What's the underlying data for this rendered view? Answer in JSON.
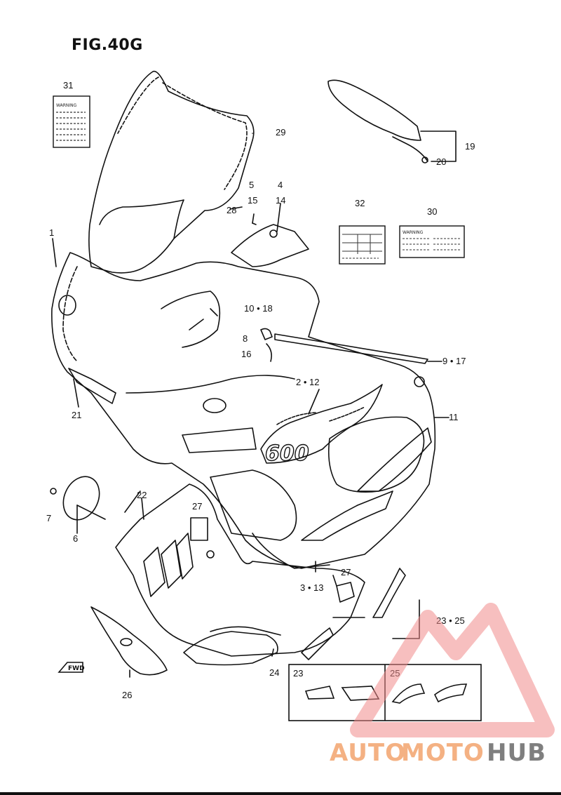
{
  "figure": {
    "title": "FIG.40G"
  },
  "labels": {
    "l1": "1",
    "l2_12": "2 • 12",
    "l3_13": "3 • 13",
    "l4": "4",
    "l5": "5",
    "l6": "6",
    "l7": "7",
    "l8": "8",
    "l9_17": "9 • 17",
    "l10_18": "10 • 18",
    "l11": "11",
    "l14": "14",
    "l15": "15",
    "l16": "16",
    "l19": "19",
    "l20": "20",
    "l21": "21",
    "l22": "22",
    "l23_25": "23 • 25",
    "l24": "24",
    "l26": "26",
    "l27a": "27",
    "l27b": "27",
    "l28": "28",
    "l29": "29",
    "l30": "30",
    "l31": "31",
    "l32": "32",
    "box_23": "23",
    "box_25": "25"
  },
  "decal_text": "600",
  "fwd_arrow_text": "FWD",
  "warning_label_text": "WARNING",
  "watermark": {
    "auto": "AUTO",
    "moto": "MOTO",
    "hub": "HUB",
    "color_light": "#f4b183",
    "color_dark": "#7f7f7f",
    "logo_color": "#f08a8a"
  }
}
